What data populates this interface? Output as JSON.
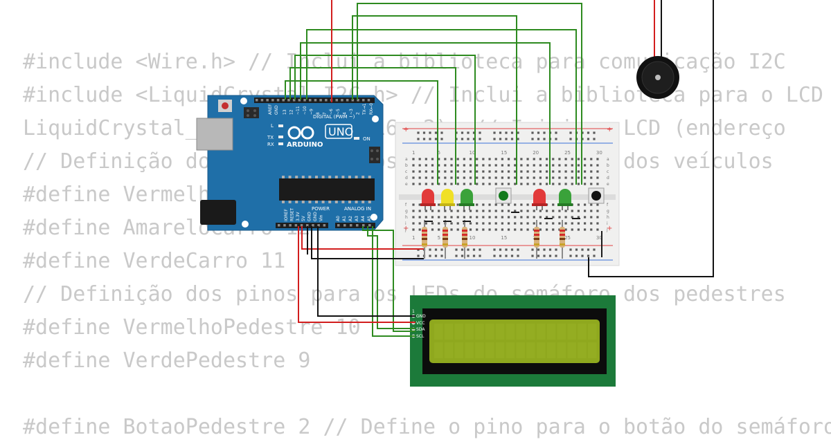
{
  "code_lines": [
    "#include <Wire.h> // Inclui a biblioteca para comunicação I2C",
    "#include <LiquidCrystal_I2C.h> // Inclui a biblioteca para o LCD",
    "LiquidCrystal_I2C lcd(0x27, 16, 2); // Inicia o LCD (endereço",
    "// Definição dos pinos para os LEDs do semáforo dos veículos",
    "#define VermelhoCarro 13",
    "#define AmareloCarro 12",
    "#define VerdeCarro 11",
    "// Definição dos pinos para os LEDs do semáforo dos pedestres",
    "#define VermelhoPedestre 10",
    "#define VerdePedestre 9",
    "",
    "#define BotaoPedestre 2 // Define o pino para o botão do semáforo"
  ],
  "arduino": {
    "brand": "ARDUINO",
    "model": "UNO",
    "on_label": "ON",
    "digital_label": "DIGITAL (PWM ~)",
    "aref_label": "AREF",
    "gnd_label": "GND",
    "pins_top": [
      "13",
      "12",
      "~11",
      "~10",
      "~9",
      "8",
      "7",
      "~6",
      "~5",
      "4",
      "~3",
      "2",
      "TX→1",
      "RX←0"
    ],
    "led_l": "L",
    "led_tx": "TX",
    "led_rx": "RX",
    "power_label": "POWER",
    "analog_label": "ANALOG IN",
    "power_pins": [
      "IOREF",
      "RESET",
      "3.3V",
      "5V",
      "GND",
      "GND",
      "Vin"
    ],
    "analog_pins": [
      "A0",
      "A1",
      "A2",
      "A3",
      "A4",
      "A5"
    ]
  },
  "breadboard": {
    "col_numbers": [
      "1",
      "5",
      "10",
      "15",
      "20",
      "25",
      "30"
    ],
    "row_letters_top": [
      "a",
      "b",
      "c",
      "d",
      "e"
    ],
    "row_letters_bottom": [
      "f",
      "g",
      "h",
      "i",
      "j"
    ]
  },
  "lcd": {
    "pin_labels": [
      "GND",
      "VCC",
      "SDA",
      "SCL"
    ],
    "pin_one": "1"
  },
  "colors": {
    "wire_green": "#2d8a1f",
    "wire_red": "#d21d1d",
    "wire_black": "#111111",
    "arduino_blue": "#1f6fa8",
    "lcd_board": "#1c7a3a",
    "lcd_screen": "#8fa81e"
  }
}
